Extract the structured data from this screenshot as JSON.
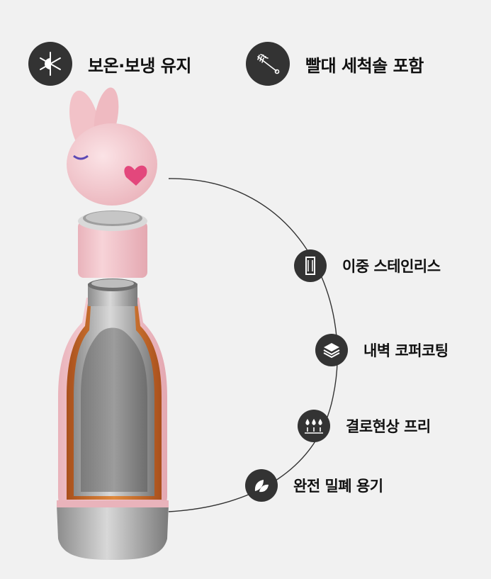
{
  "top_features": [
    {
      "label": "보온·보냉 유지",
      "icon": "snow-sun-icon"
    },
    {
      "label": "빨대 세척솔 포함",
      "icon": "straw-brush-icon"
    }
  ],
  "side_features": [
    {
      "label": "이중 스테인리스",
      "icon": "double-wall-icon"
    },
    {
      "label": "내벽 코퍼코팅",
      "icon": "layers-icon"
    },
    {
      "label": "결로현상 프리",
      "icon": "droplets-icon"
    },
    {
      "label": "완전 밀폐 용기",
      "icon": "leaf-icon"
    }
  ],
  "colors": {
    "icon_circle": "#333333",
    "bottle_pink": "#f2c6cc",
    "copper": "#c8692a",
    "steel": "#a8a8a8"
  }
}
